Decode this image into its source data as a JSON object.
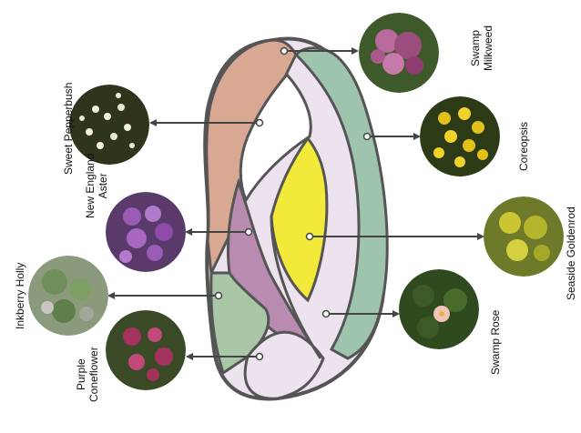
{
  "diagram": {
    "plants": [
      {
        "id": "swamp-milkweed",
        "line1": "Swamp",
        "line2": "Milkweed",
        "color": "#9b4d7e"
      },
      {
        "id": "sweet-pepperbush",
        "line1": "Sweet Pepperbush",
        "line2": "",
        "color": "#3a3f1e"
      },
      {
        "id": "coreopsis",
        "line1": "Coreopsis",
        "line2": "",
        "color": "#e2c21a"
      },
      {
        "id": "new-england-aster",
        "line1": "New England",
        "line2": "Aster",
        "color": "#8e4aa8"
      },
      {
        "id": "seaside-goldenrod",
        "line1": "Seaside Goldenrod",
        "line2": "",
        "color": "#b4b52a"
      },
      {
        "id": "inkberry-holly",
        "line1": "Inkberry Holly",
        "line2": "",
        "color": "#6f8f5a"
      },
      {
        "id": "swamp-rose",
        "line1": "Swamp Rose",
        "line2": "",
        "color": "#3c5a25"
      },
      {
        "id": "purple-coneflower",
        "line1": "Purple",
        "line2": "Coneflower",
        "color": "#a3325e"
      }
    ],
    "bed_colors": {
      "orange": "#d9a892",
      "teal": "#9fc4ae",
      "lavender": "#ece3ee",
      "white": "#ffffff",
      "purple": "#b98bb0",
      "yellow": "#f3e93a",
      "green": "#a9c7a6",
      "outline": "#555555"
    }
  }
}
